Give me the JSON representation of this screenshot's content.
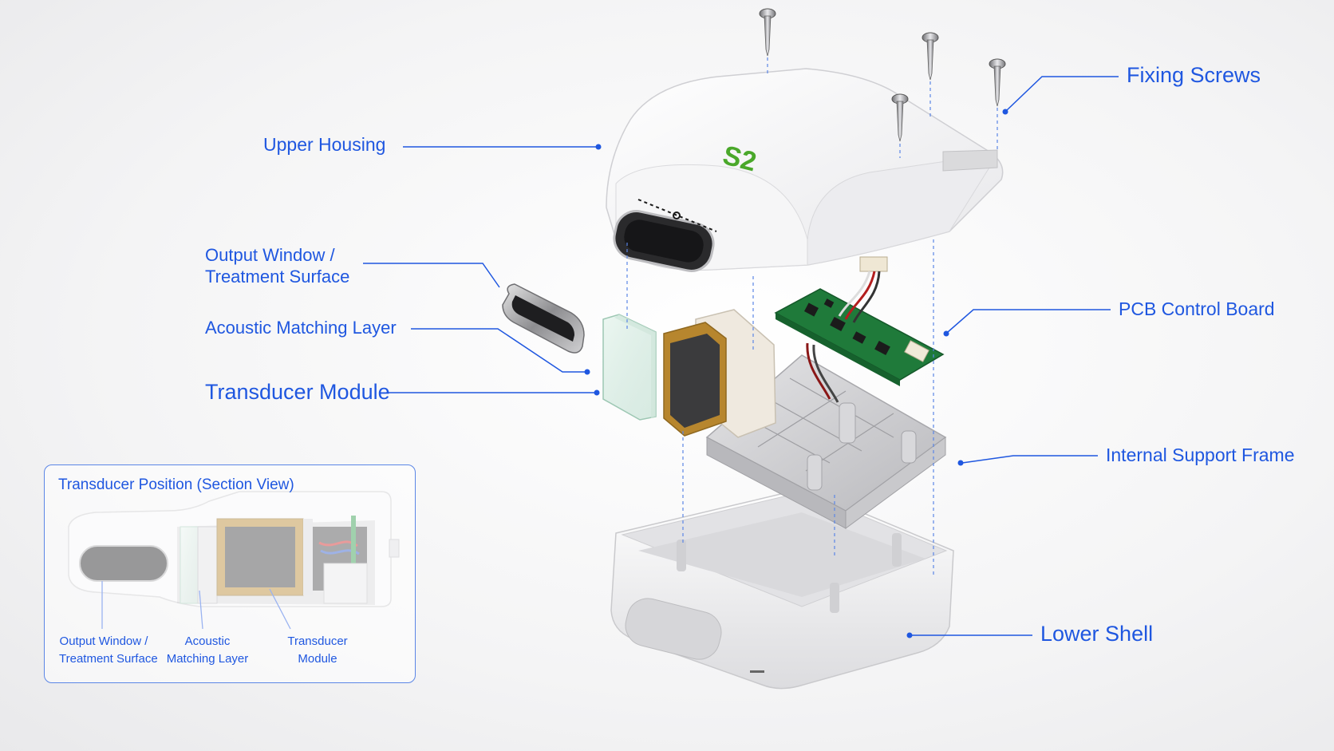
{
  "labels": {
    "fixing_screws": "Fixing Screws",
    "upper_housing": "Upper Housing",
    "output_window": "Output Window /\nTreatment Surface",
    "acoustic_layer": "Acoustic Matching Layer",
    "transducer_module": "Transducer Module",
    "pcb_board": "PCB Control Board",
    "support_frame": "Internal Support Frame",
    "lower_shell": "Lower Shell"
  },
  "housing_logo": "S2",
  "inset": {
    "title": "Transducer Position (Section View)",
    "label_output": "Output Window /\nTreatment Surface",
    "label_acoustic": "Acoustic\nMatching Layer",
    "label_transducer": "Transducer\nModule"
  },
  "colors": {
    "accent": "#1f57e0",
    "pcb_green": "#1f7a3a",
    "logo_green": "#4aa82a",
    "transducer_gold": "#b7862e"
  }
}
